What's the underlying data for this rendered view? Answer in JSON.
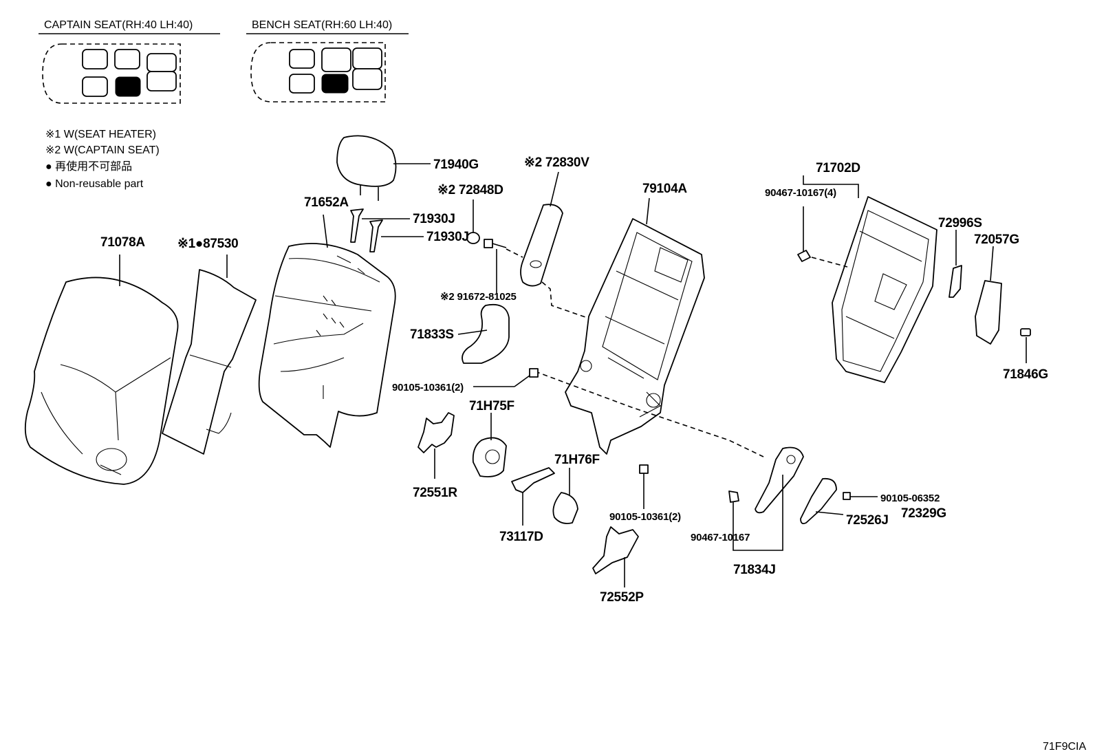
{
  "legend": {
    "captain_header": "CAPTAIN SEAT(RH:40 LH:40)",
    "bench_header": "BENCH SEAT(RH:60 LH:40)",
    "notes": [
      "※1 W(SEAT HEATER)",
      "※2 W(CAPTAIN SEAT)",
      "● 再使用不可部品",
      "● Non-reusable part"
    ]
  },
  "parts": {
    "p71940G": "71940G",
    "p71652A": "71652A",
    "p71930J_a": "71930J",
    "p71930J_b": "71930J",
    "p71078A": "71078A",
    "p87530": "※1●87530",
    "p72848D": "※2 72848D",
    "p72830V": "※2 72830V",
    "p91672": "※2 91672-81025",
    "p71833S": "71833S",
    "p90105_10361_a": "90105-10361(2)",
    "p71H75F": "71H75F",
    "p72551R": "72551R",
    "p71H76F": "71H76F",
    "p73117D": "73117D",
    "p79104A": "79104A",
    "p90105_10361_b": "90105-10361(2)",
    "p72552P": "72552P",
    "p71702D": "71702D",
    "p90467_4": "90467-10167(4)",
    "p72996S": "72996S",
    "p72057G": "72057G",
    "p71846G": "71846G",
    "p90467_single": "90467-10167",
    "p71834J": "71834J",
    "p90105_06352": "90105-06352",
    "p72329G": "72329G",
    "p72526J": "72526J"
  },
  "diagram_code": "71F9CIA"
}
